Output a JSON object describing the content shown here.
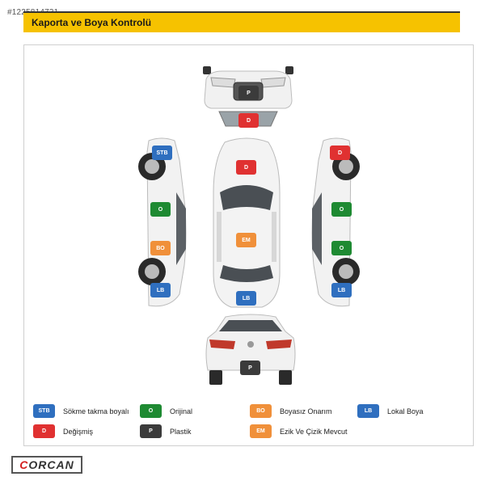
{
  "listing_id": "#1225814731",
  "header": {
    "title": "Kaporta ve Boya Kontrolü"
  },
  "colors": {
    "blue": "#2f6fbf",
    "red": "#e03131",
    "green": "#1e8a32",
    "orange": "#f0903a",
    "dark": "#3b3b3b",
    "accent": "#f6c200"
  },
  "views": {
    "front": {
      "badges": [
        "P",
        "D"
      ]
    },
    "top": {
      "badges": [
        "D",
        "EM",
        "LB"
      ]
    },
    "left_side": {
      "badges": [
        "STB",
        "O",
        "BO",
        "LB"
      ]
    },
    "right_side": {
      "badges": [
        "D",
        "O",
        "O",
        "LB"
      ]
    },
    "rear": {
      "badges": [
        "P"
      ]
    }
  },
  "legend": [
    {
      "code": "STB",
      "label": "Sökme takma boyalı",
      "color": "blue"
    },
    {
      "code": "O",
      "label": "Orijinal",
      "color": "green"
    },
    {
      "code": "BO",
      "label": "Boyasız Onarım",
      "color": "orange"
    },
    {
      "code": "LB",
      "label": "Lokal Boya",
      "color": "blue"
    },
    {
      "code": "D",
      "label": "Değişmiş",
      "color": "red"
    },
    {
      "code": "P",
      "label": "Plastik",
      "color": "dark"
    },
    {
      "code": "EM",
      "label": "Ezik Ve Çizik Mevcut",
      "color": "orange"
    }
  ],
  "brand": {
    "logo_c": "C",
    "logo_rest": "ORCAN"
  }
}
